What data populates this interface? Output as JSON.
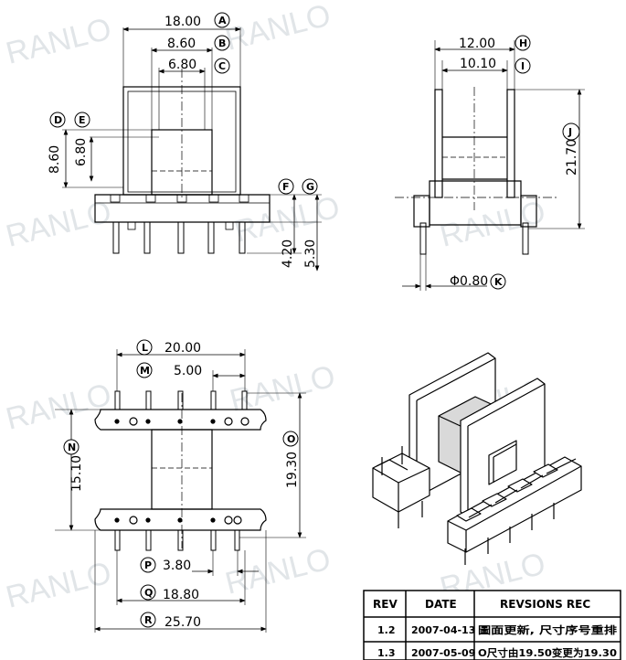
{
  "watermark": "RANLO",
  "dimensions": {
    "A": "18.00",
    "B": "8.60",
    "C": "6.80",
    "D": "8.60",
    "E": "6.80",
    "F": "4.20",
    "G": "5.30",
    "H": "12.00",
    "I": "10.10",
    "J": "21.70",
    "K": "Φ0.80",
    "L": "20.00",
    "M": "5.00",
    "N": "15.10",
    "O": "19.30",
    "P": "3.80",
    "Q": "18.80",
    "R": "25.70"
  },
  "labels": {
    "A": "A",
    "B": "B",
    "C": "C",
    "D": "D",
    "E": "E",
    "F": "F",
    "G": "G",
    "H": "H",
    "I": "I",
    "J": "J",
    "K": "K",
    "L": "L",
    "M": "M",
    "N": "N",
    "O": "O",
    "P": "P",
    "Q": "Q",
    "R": "R"
  },
  "revision_table": {
    "headers": [
      "REV",
      "DATE",
      "REVSIONS REC"
    ],
    "rows": [
      [
        "1.2",
        "2007-04-13",
        "圖面更新, 尺寸序号重排"
      ],
      [
        "1.3",
        "2007-05-09",
        "O尺寸由19.50变更为19.30"
      ]
    ]
  }
}
